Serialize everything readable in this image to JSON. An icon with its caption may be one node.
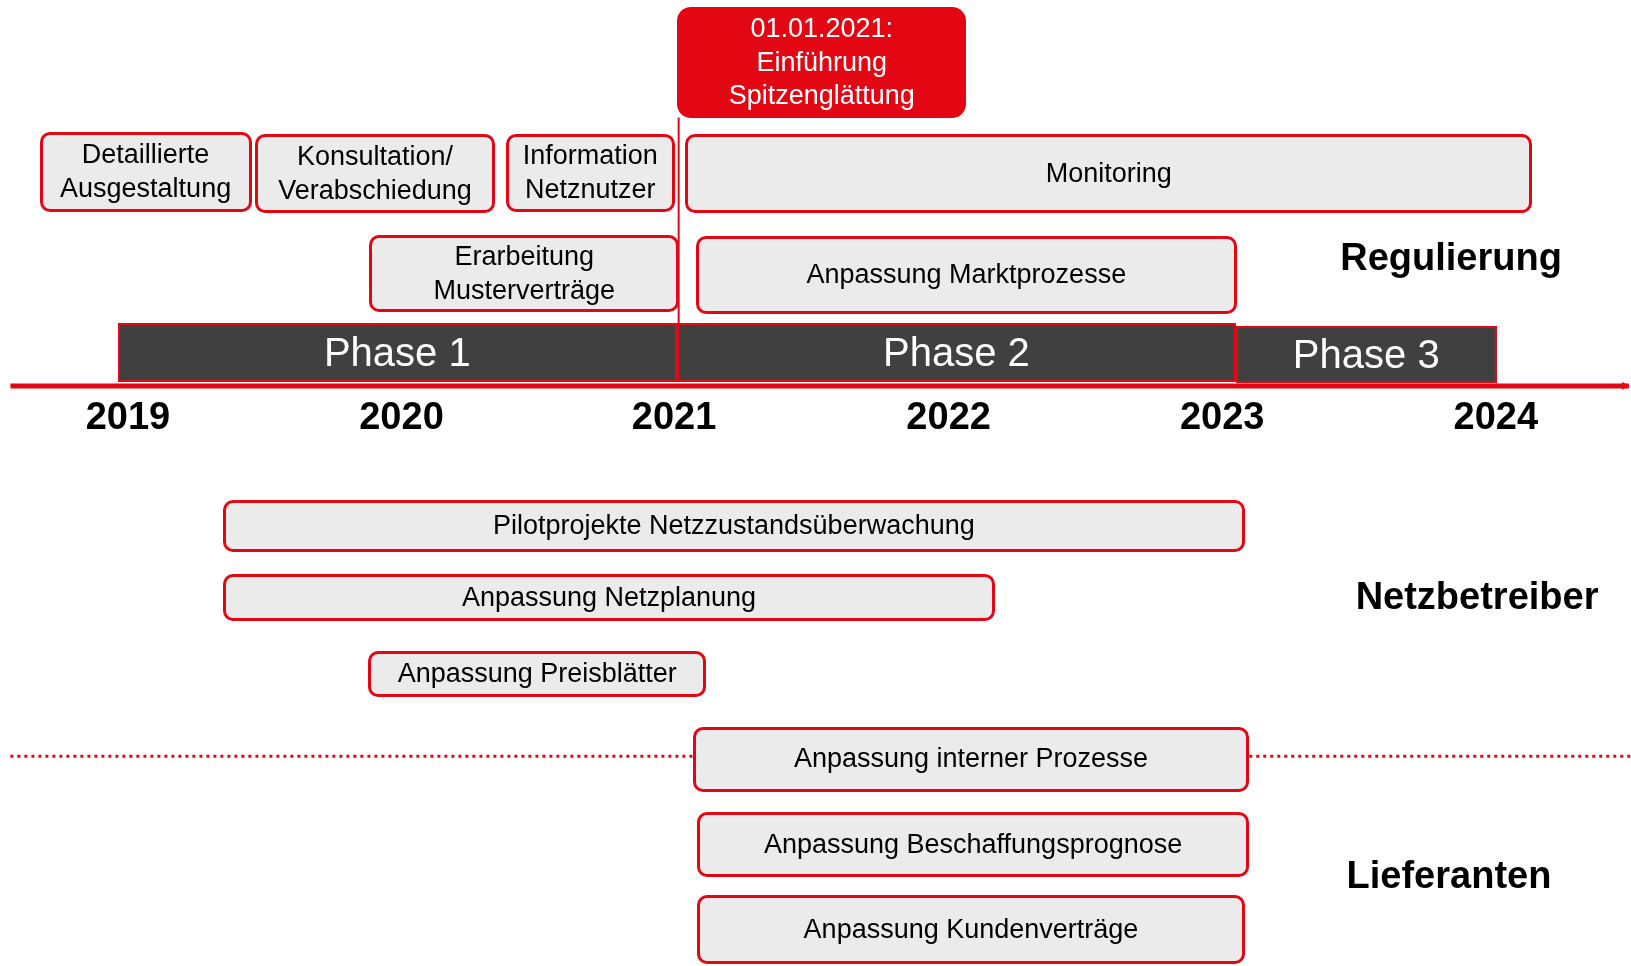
{
  "diagram": {
    "nodes": [
      {
        "text": [
          "01.01.2021: Einführung Spitzenglättung"
        ]
      },
      {
        "text": [
          "Detaillierte Ausgestaltung"
        ]
      },
      {
        "text": [
          "Konsultation/ Verabschiedung"
        ]
      },
      {
        "text": [
          "Information Netznutzer"
        ]
      },
      {
        "text": [
          "Monitoring"
        ]
      },
      {
        "text": [
          "Erarbeitung Musterverträge"
        ]
      },
      {
        "text": [
          "Anpassung Marktprozesse"
        ]
      },
      {
        "text": [
          "Phase 1"
        ]
      },
      {
        "text": [
          "Phase 2"
        ]
      },
      {
        "text": [
          "Phase 3"
        ]
      },
      {
        "text": [
          "Pilotprojekte Netzzustandsüberwachung"
        ]
      },
      {
        "text": [
          "Anpassung Netzplanung"
        ]
      },
      {
        "text": [
          "Anpassung Preisblätter"
        ]
      },
      {
        "text": [
          "Anpassung interner Prozesse"
        ]
      },
      {
        "text": [
          "Anpassung Beschaffungsprognose"
        ]
      },
      {
        "text": [
          "Anpassung Kundenverträge"
        ]
      }
    ],
    "edges": [
      {
        "from": 0,
        "to": 8,
        "arrow": "none"
      }
    ],
    "labels": [
      "Regulierung",
      "2019",
      "2020",
      "2021",
      "2022",
      "2023",
      "2024",
      "Netzbetreiber",
      "Lieferanten"
    ]
  }
}
